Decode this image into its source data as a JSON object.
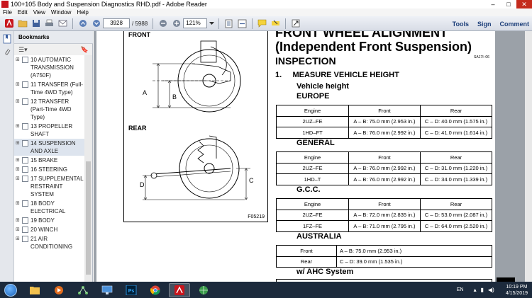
{
  "window": {
    "title": "100+105 Body and Suspension Diagnostics RHD.pdf - Adobe Reader",
    "controls": [
      "–",
      "□",
      "✕"
    ]
  },
  "menu": [
    "File",
    "Edit",
    "View",
    "Window",
    "Help"
  ],
  "toolbar": {
    "current_page": "3928",
    "total_pages": "/ 5988",
    "zoom": "121%",
    "right_links": {
      "tools": "Tools",
      "sign": "Sign",
      "comment": "Comment"
    }
  },
  "bookmarks": {
    "title": "Bookmarks",
    "items": [
      {
        "label": "10 AUTOMATIC TRANSMISSION (A750F)",
        "selected": false
      },
      {
        "label": "11 TRANSFER (Full-Time 4WD Type)",
        "selected": false
      },
      {
        "label": "12 TRANSFER (Part-Time 4WD Type)",
        "selected": false
      },
      {
        "label": "13 PROPELLER SHAFT",
        "selected": false
      },
      {
        "label": "14 SUSPENSION AND AXLE",
        "selected": true
      },
      {
        "label": "15 BRAKE",
        "selected": false
      },
      {
        "label": "16 STEERING",
        "selected": false
      },
      {
        "label": "17 SUPPLEMENTAL RESTRAINT SYSTEM",
        "selected": false
      },
      {
        "label": "18 BODY ELECTRICAL",
        "selected": false
      },
      {
        "label": "19 BODY",
        "selected": false
      },
      {
        "label": "20 WINCH",
        "selected": false
      },
      {
        "label": "21 AIR CONDITIONING",
        "selected": false
      }
    ]
  },
  "document": {
    "title_line1": "FRONT WHEEL ALIGNMENT",
    "title_line2": "(Independent Front Suspension)",
    "heading": "INSPECTION",
    "tiny_code": "SA17I–06",
    "step_number": "1.",
    "step_title": "MEASURE VEHICLE HEIGHT",
    "step_sub": "Vehicle height",
    "figure": {
      "front_label": "FRONT",
      "rear_label": "REAR",
      "label_a": "A",
      "label_b": "B",
      "label_c": "C",
      "label_d": "D",
      "code": "F05219"
    },
    "europe": {
      "label": "EUROPE",
      "headers": [
        "Engine",
        "Front",
        "Rear"
      ],
      "rows": [
        [
          "2UZ–FE",
          "A – B: 75.0 mm (2.953 in.)",
          "C – D: 40.0 mm (1.575 in.)"
        ],
        [
          "1HD–FT",
          "A – B: 76.0 mm (2.992 in.)",
          "C – D: 41.0 mm (1.614 in.)"
        ]
      ]
    },
    "general": {
      "label": "GENERAL",
      "headers": [
        "Engine",
        "Front",
        "Rear"
      ],
      "rows": [
        [
          "2UZ–FE",
          "A – B: 76.0 mm (2.992 in.)",
          "C – D: 31.0 mm (1.220 in.)"
        ],
        [
          "1HD–T",
          "A – B: 76.0 mm (2.992 in.)",
          "C – D: 34.0 mm (1.339 in.)"
        ]
      ]
    },
    "gcc": {
      "label": "G.C.C.",
      "headers": [
        "Engine",
        "Front",
        "Rear"
      ],
      "rows": [
        [
          "2UZ–FE",
          "A – B: 72.0 mm (2.835 in.)",
          "C – D: 53.0 mm (2.087 in.)"
        ],
        [
          "1FZ–FE",
          "A – B: 71.0 mm (2.795 in.)",
          "C – D: 64.0 mm (2.520 in.)"
        ]
      ]
    },
    "australia": {
      "label": "AUSTRALIA",
      "rows": [
        [
          "Front",
          "A – B: 75.0 mm (2.953 in.)"
        ],
        [
          "Rear",
          "C – D: 39.0 mm (1.535 in.)"
        ]
      ]
    },
    "ahc_label": "w/ AHC System"
  },
  "taskbar": {
    "apps": [
      "explorer",
      "media-player",
      "network",
      "monitor",
      "photoshop",
      "chrome",
      "adobe-reader",
      "globe"
    ],
    "language": "EN",
    "time": "10:19 PM",
    "date": "4/15/2019"
  },
  "colors": {
    "toolbar_links": "#1d3f7a",
    "taskbar": "#1c2a3c",
    "close_button": "#c42b1c"
  }
}
